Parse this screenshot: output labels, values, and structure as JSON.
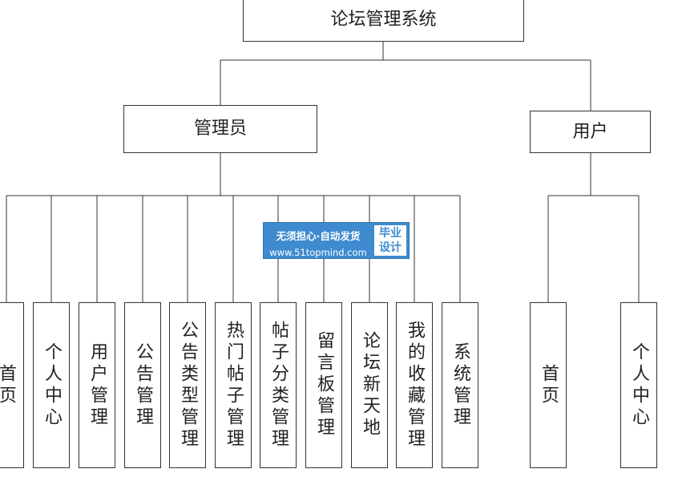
{
  "diagram": {
    "root": "论坛管理系统",
    "admin": {
      "label": "管理员",
      "items": [
        "首页",
        "个人中心",
        "用户管理",
        "公告管理",
        "公告类型管理",
        "热门帖子管理",
        "帖子分类管理",
        "留言板管理",
        "论坛新天地",
        "我的收藏管理",
        "系统管理"
      ]
    },
    "user": {
      "label": "用户",
      "items": [
        "首页",
        "个人中心"
      ]
    }
  },
  "watermark": {
    "line1": "无须担心·自动发货",
    "line2": "www.51topmind.com",
    "badge_line1": "毕业",
    "badge_line2": "设计"
  }
}
